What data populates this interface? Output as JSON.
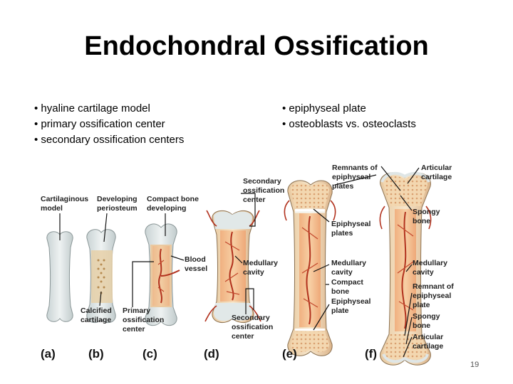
{
  "title": "Endochondral Ossification",
  "bullets_left": [
    "hyaline cartilage model",
    "primary ossification center",
    "secondary ossification centers"
  ],
  "bullets_right": [
    "epiphyseal plate",
    "osteoblasts vs. osteoclasts"
  ],
  "labels": {
    "cartilaginous_model": [
      "Cartilaginous",
      "model"
    ],
    "developing_periosteum": [
      "Developing",
      "periosteum"
    ],
    "compact_bone_developing": [
      "Compact bone",
      "developing"
    ],
    "calcified_cartilage": [
      "Calcified",
      "cartilage"
    ],
    "primary_ossification_center": [
      "Primary",
      "ossification",
      "center"
    ],
    "blood_vessel": [
      "Blood",
      "vessel"
    ],
    "secondary_ossification_center_top": [
      "Secondary",
      "ossification",
      "center"
    ],
    "medullary_cavity_d": [
      "Medullary",
      "cavity"
    ],
    "secondary_ossification_center_bottom": [
      "Secondary",
      "ossification",
      "center"
    ],
    "remnants_epiphyseal_plates": [
      "Remnants of",
      "epiphyseal",
      "plates"
    ],
    "articular_cartilage_top": [
      "Articular",
      "cartilage"
    ],
    "epiphyseal_plates": [
      "Epiphyseal",
      "plates"
    ],
    "medullary_cavity_e": [
      "Medullary",
      "cavity"
    ],
    "compact_bone": [
      "Compact",
      "bone"
    ],
    "epiphyseal_plate": [
      "Epiphyseal",
      "plate"
    ],
    "spongy_bone_top": [
      "Spongy",
      "bone"
    ],
    "medullary_cavity_f": [
      "Medullary",
      "cavity"
    ],
    "remnant_epiphyseal_plate": [
      "Remnant of",
      "epiphyseal",
      "plate"
    ],
    "spongy_bone_bottom": [
      "Spongy",
      "bone"
    ],
    "articular_cartilage_bottom": [
      "Articular",
      "cartilage"
    ]
  },
  "panels": [
    "(a)",
    "(b)",
    "(c)",
    "(d)",
    "(e)",
    "(f)"
  ],
  "slide_number": "19"
}
